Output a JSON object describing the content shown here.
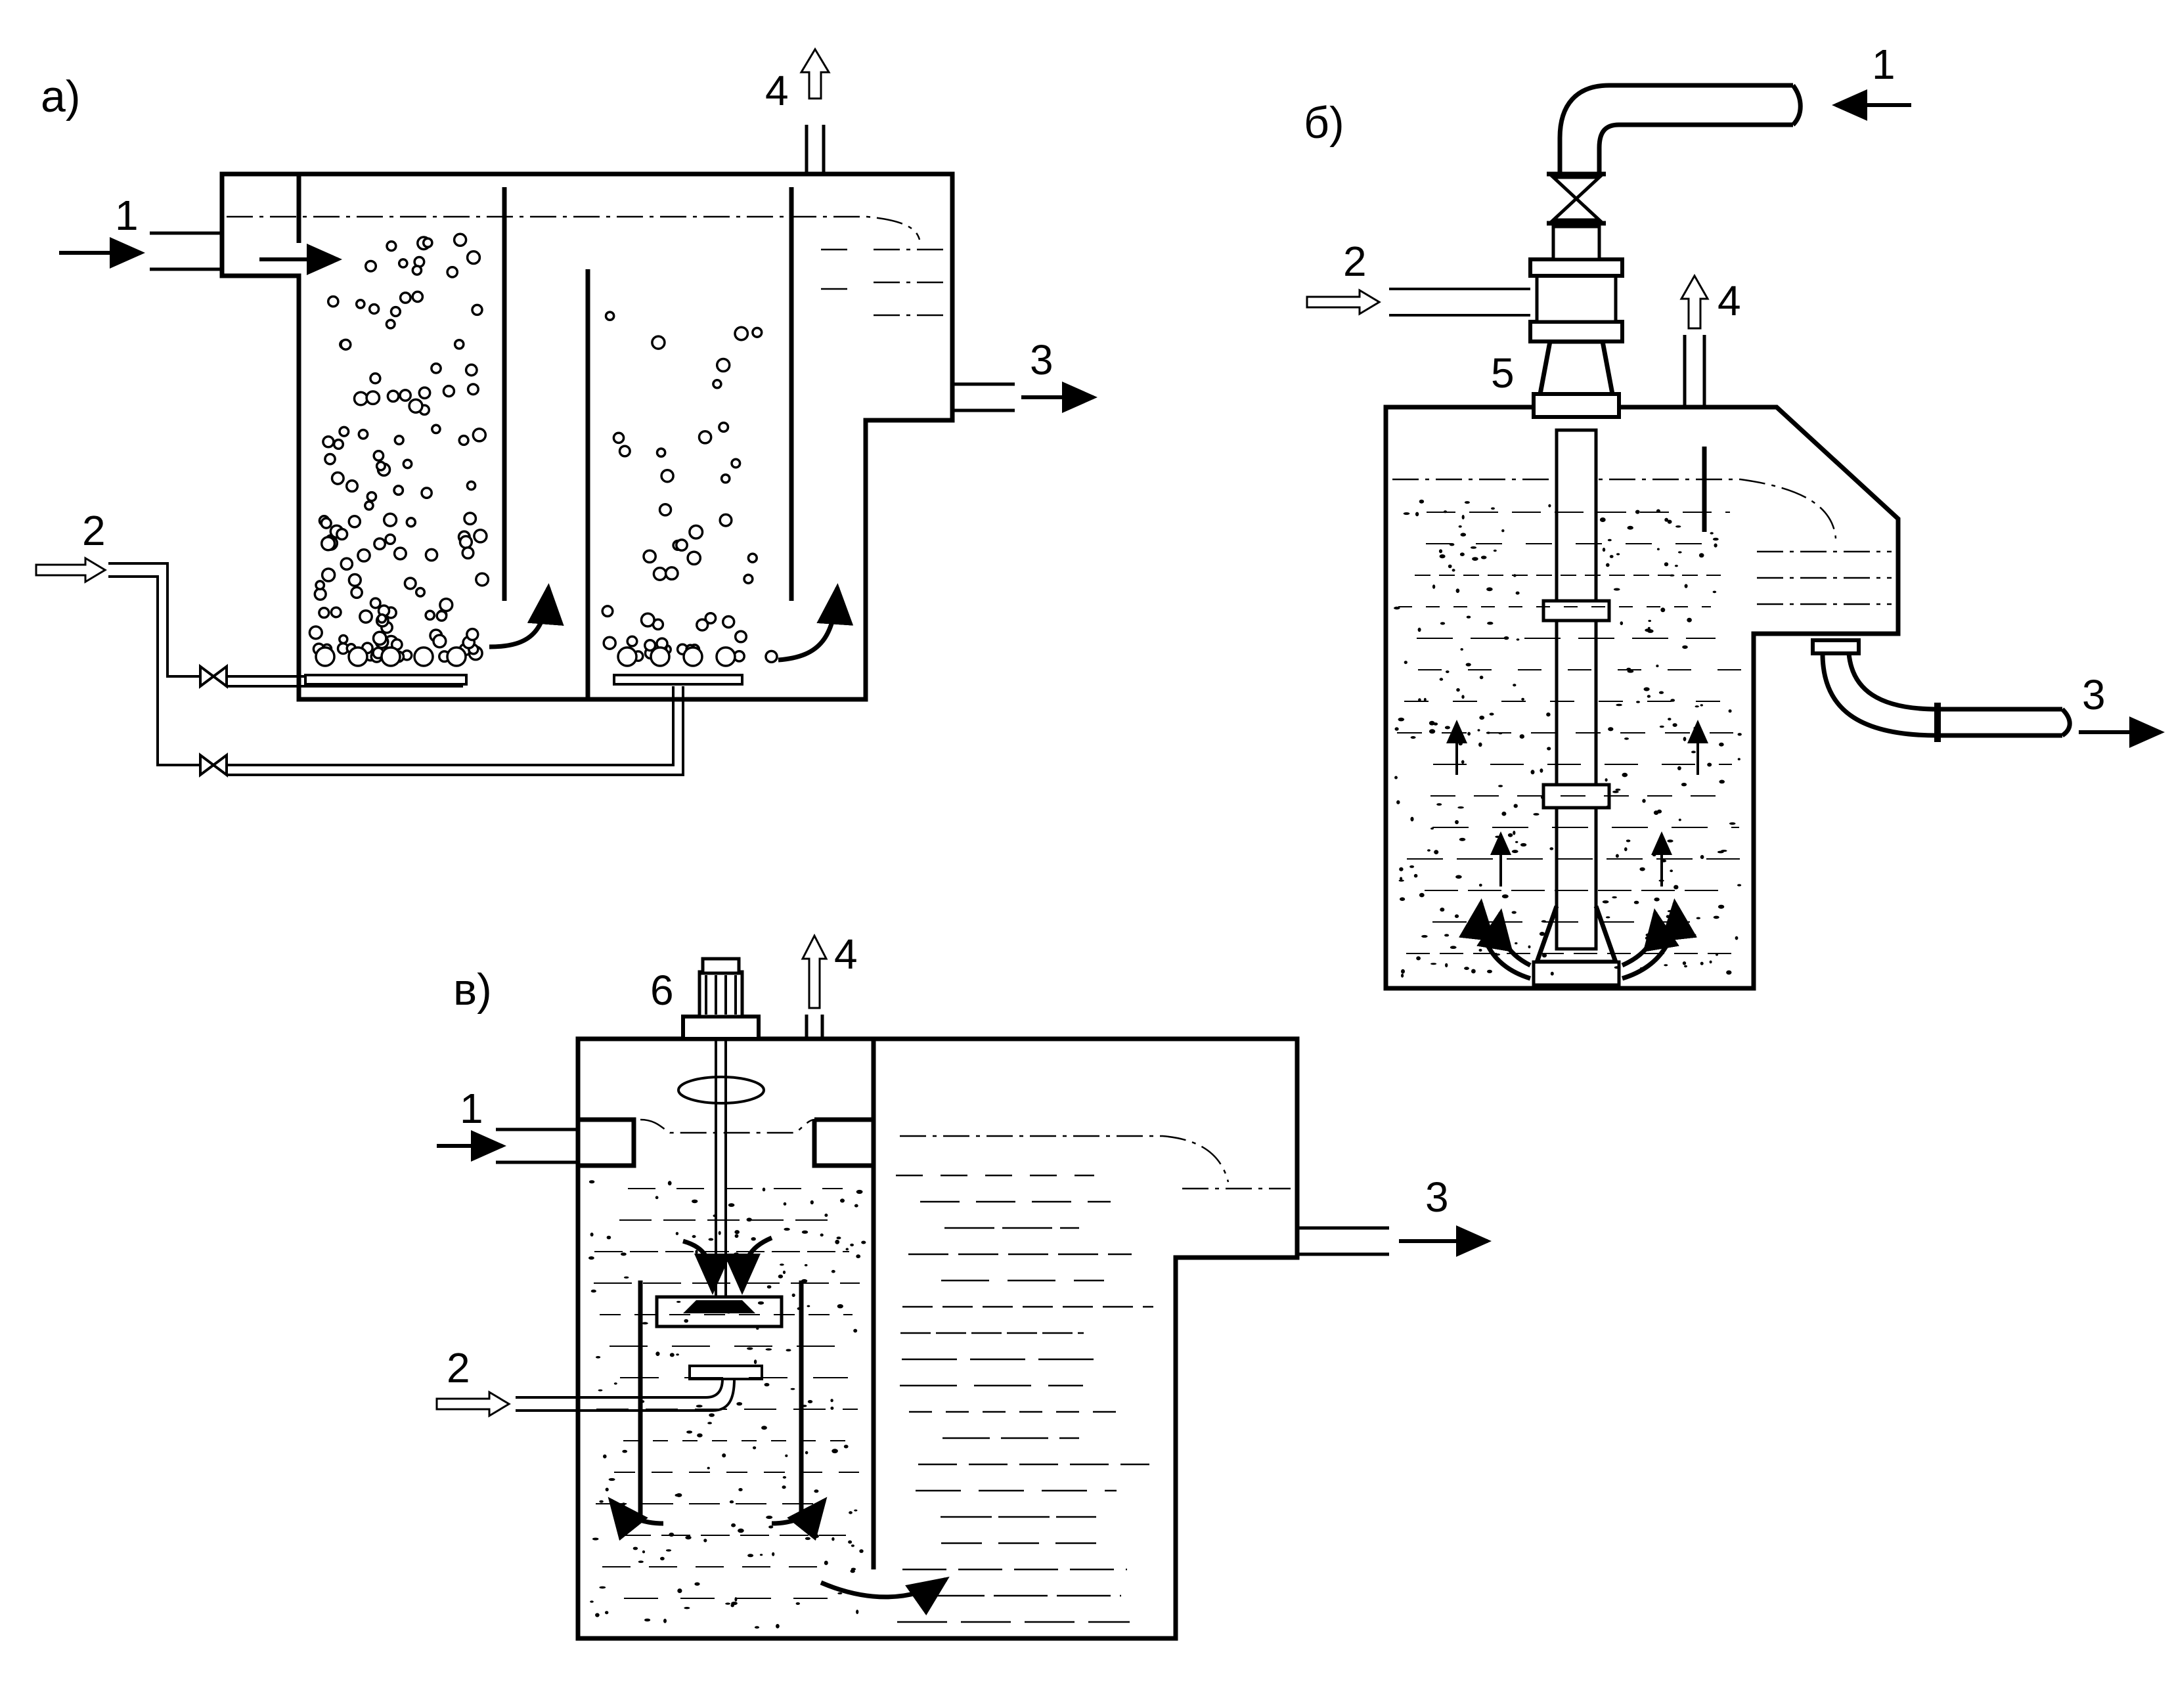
{
  "figure": {
    "panels": [
      {
        "id": "a",
        "label": "а)",
        "inlet_label": "1",
        "air_label": "2",
        "outlet_label": "3",
        "vent_label": "4"
      },
      {
        "id": "b",
        "label": "б)",
        "inlet_label": "1",
        "air_label": "2",
        "outlet_label": "3",
        "vent_label": "4",
        "ejector_label": "5"
      },
      {
        "id": "v",
        "label": "в)",
        "inlet_label": "1",
        "air_label": "2",
        "outlet_label": "3",
        "vent_label": "4",
        "motor_label": "6"
      }
    ]
  }
}
